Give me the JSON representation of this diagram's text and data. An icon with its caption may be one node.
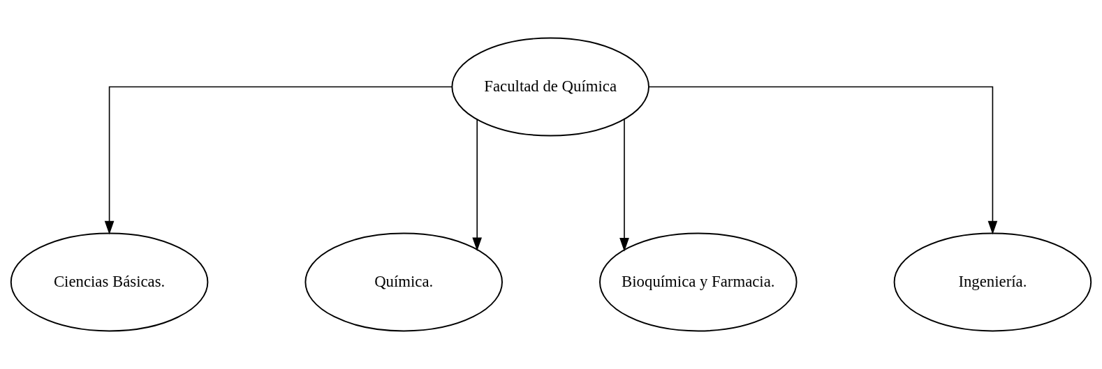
{
  "diagram": {
    "nodes": [
      {
        "text": [
          "Facultad de Química"
        ]
      },
      {
        "text": [
          "Ciencias Básicas."
        ]
      },
      {
        "text": [
          "Química."
        ]
      },
      {
        "text": [
          "Bioquímica y Farmacia."
        ]
      },
      {
        "text": [
          "Ingeniería."
        ]
      }
    ],
    "edges": [
      {
        "from": 0,
        "to": 1,
        "arrow": "to"
      },
      {
        "from": 0,
        "to": 2,
        "arrow": "to"
      },
      {
        "from": 0,
        "to": 3,
        "arrow": "to"
      },
      {
        "from": 0,
        "to": 4,
        "arrow": "to"
      }
    ]
  }
}
